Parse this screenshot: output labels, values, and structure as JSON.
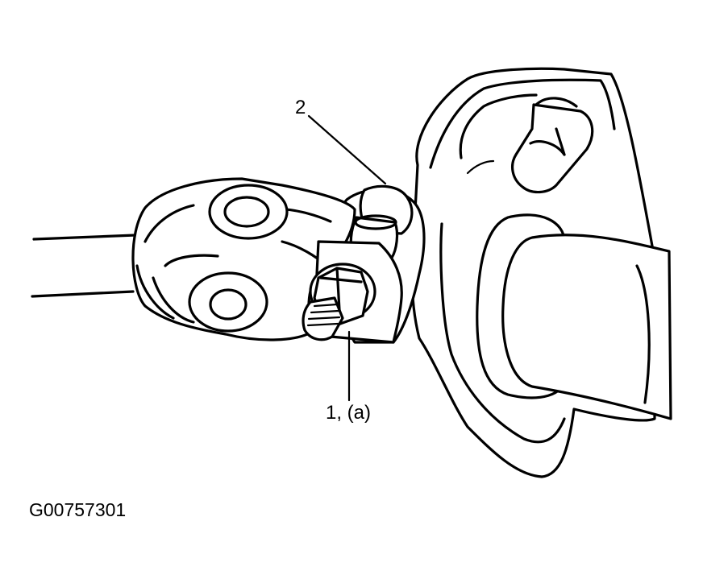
{
  "callouts": {
    "item_2": "2",
    "item_1a": "1, (a)"
  },
  "figure_id": "G00757301",
  "colors": {
    "line": "#000000",
    "background": "#ffffff"
  }
}
